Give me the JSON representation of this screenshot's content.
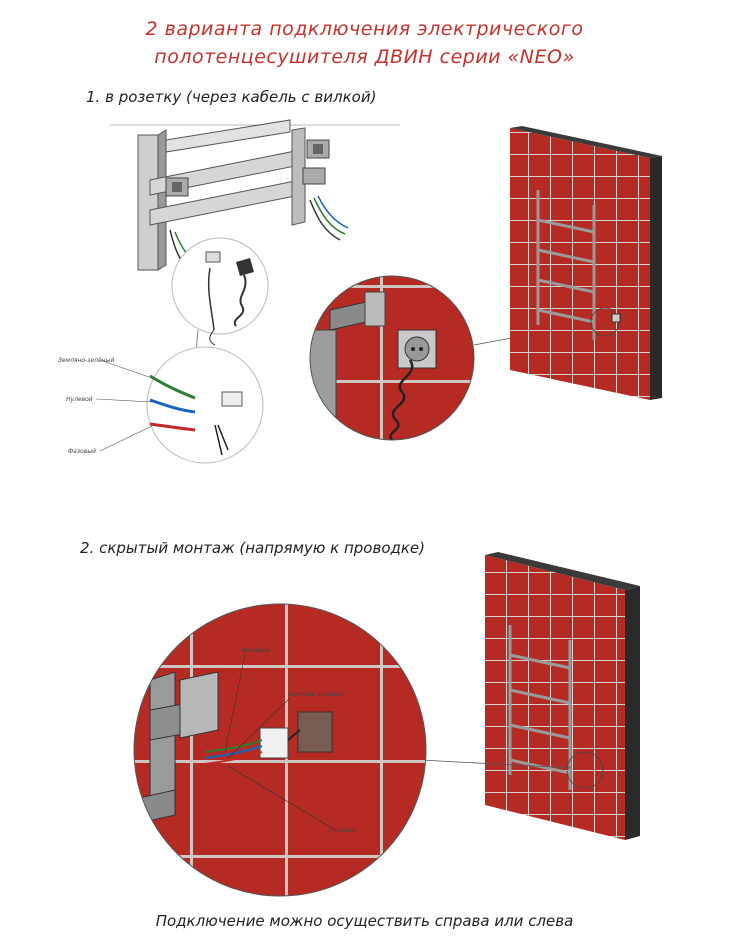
{
  "title": {
    "line1": "2 варианта подключения электрического",
    "line2": "полотенцесушителя ДВИН серии «NEO»"
  },
  "option1": {
    "label": "1. в розетку (через кабель с вилкой)",
    "wire_labels": [
      "Земляно-зелёный",
      "Нулевой",
      "Фазовый"
    ]
  },
  "option2": {
    "label": "2. скрытый монтаж (напрямую к проводке)",
    "wire_labels": [
      "Фазовый",
      "Земляно-зелёный",
      "Нулевой"
    ]
  },
  "footer": "Подключение можно осуществить справа или слева",
  "colors": {
    "accent": "#c8312b",
    "tile": "#b52a22",
    "grout": "#d9d2cf",
    "metal": "#8f8f8f"
  }
}
